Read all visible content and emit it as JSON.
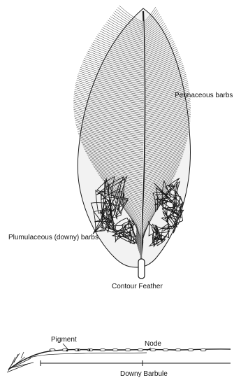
{
  "figure": {
    "labels": {
      "pennaceous": "Pennaceous barbs",
      "plumulaceous": "Plumulaceous (downy) barbs",
      "contour": "Contour Feather",
      "pigment": "Pigment",
      "node": "Node",
      "downy_barbule": "Downy Barbule"
    },
    "colors": {
      "ink": "#1a1a1a",
      "shaft": "#ffffff",
      "background": "#ffffff"
    }
  }
}
